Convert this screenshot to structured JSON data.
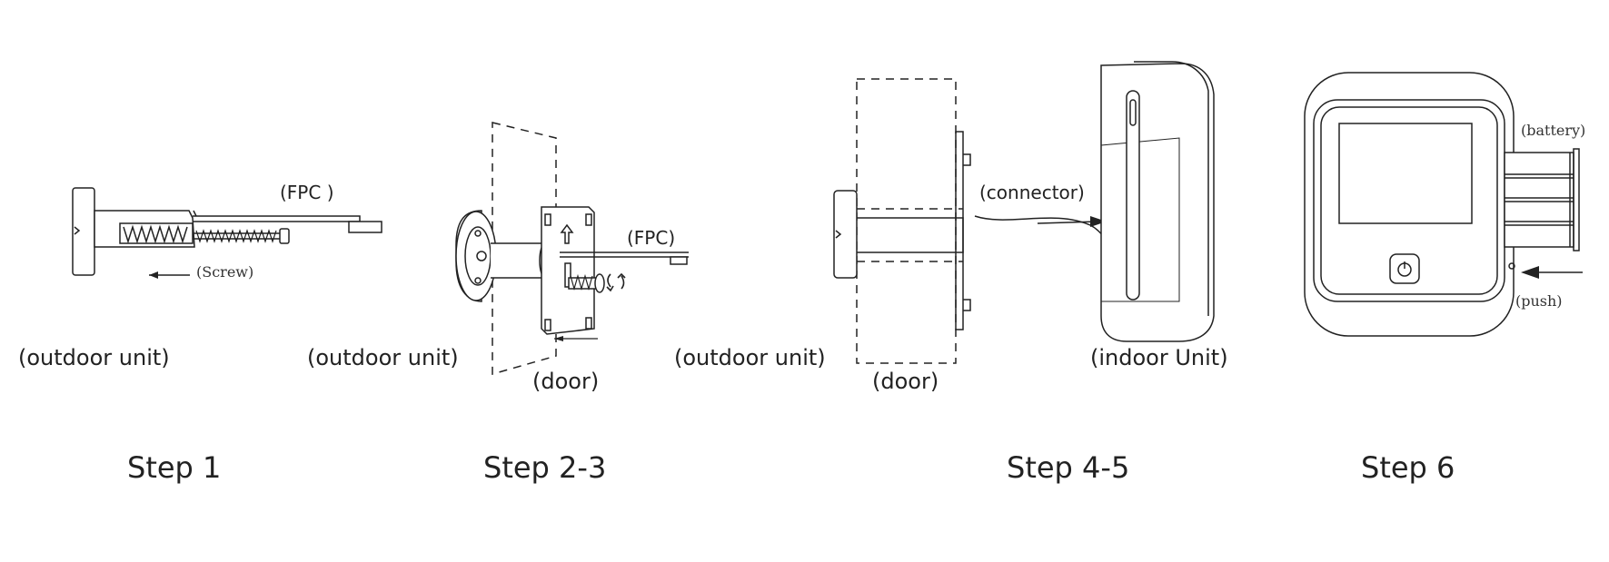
{
  "labels": {
    "fpc": "(FPC )",
    "screw": "(Screw)",
    "outdoor_unit": "(outdoor unit)",
    "fpc2": "(FPC)",
    "door": "(door)",
    "connector": "(connector)",
    "indoor_unit": "(indoor Unit)",
    "battery": "(battery)",
    "push": "(push)"
  },
  "steps": [
    "Step 1",
    "Step 2-3",
    "Step 4-5",
    "Step 6"
  ]
}
